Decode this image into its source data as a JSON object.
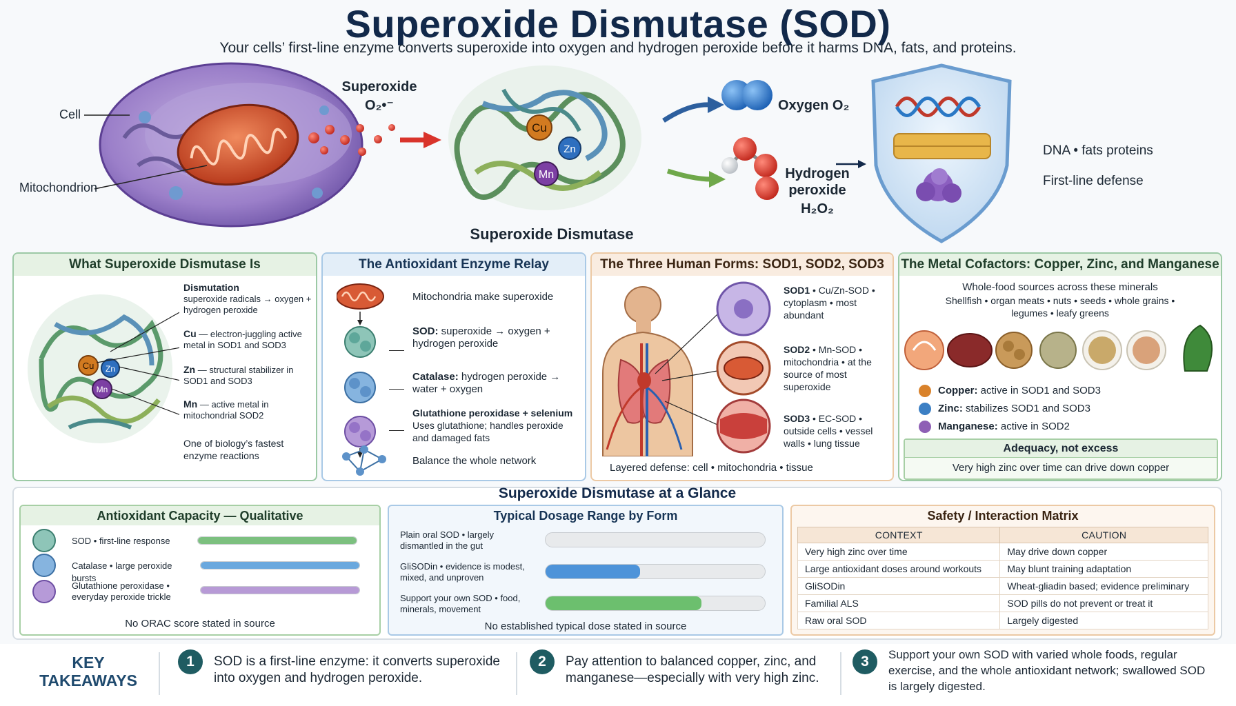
{
  "header": {
    "title": "Superoxide Dismutase (SOD)",
    "subtitle": "Your cells’ first-line enzyme converts superoxide into oxygen and hydrogen peroxide before it harms DNA, fats, and proteins."
  },
  "hero": {
    "cell_label": "Cell",
    "mito_label": "Mitochondrion",
    "superoxide_line1": "Superoxide",
    "superoxide_line2": "O₂•⁻",
    "enzyme_label": "Superoxide Dismutase",
    "metals": [
      "Cu",
      "Zn",
      "Mn"
    ],
    "oxygen_label": "Oxygen O₂",
    "h2o2_line1": "Hydrogen",
    "h2o2_line2": "peroxide",
    "h2o2_line3": "H₂O₂",
    "shield_line1": "DNA • fats proteins",
    "shield_line2": "First-line defense"
  },
  "panel1": {
    "title": "What Superoxide Dismutase Is",
    "items": [
      {
        "head": "Dismutation",
        "text": "superoxide radicals → oxygen + hydrogen peroxide"
      },
      {
        "head": "Cu",
        "text": " — electron-juggling active metal in SOD1 and SOD3"
      },
      {
        "head": "Zn",
        "text": " — structural stabilizer in SOD1 and SOD3"
      },
      {
        "head": "Mn",
        "text": " — active metal in mitochondrial SOD2"
      }
    ],
    "footer": "One of biology’s fastest enzyme reactions"
  },
  "panel2": {
    "title": "The Antioxidant Enzyme Relay",
    "step1": "Mitochondria make superoxide",
    "step2_head": "SOD:",
    "step2_text": " superoxide → oxygen + hydrogen peroxide",
    "step3_head": "Catalase:",
    "step3_text": " hydrogen peroxide → water + oxygen",
    "step4_head": "Glutathione peroxidase + selenium",
    "step4_text": "Uses glutathione; handles peroxide and damaged fats",
    "step5": "Balance the whole network"
  },
  "panel3": {
    "title": "The Three Human Forms: SOD1, SOD2, SOD3",
    "forms": [
      {
        "head": "SOD1",
        "text": " • Cu/Zn-SOD • cytoplasm • most abundant"
      },
      {
        "head": "SOD2",
        "text": " • Mn-SOD • mitochondria • at the source of most superoxide"
      },
      {
        "head": "SOD3",
        "text": " • EC-SOD • outside cells • vessel walls • lung tissue"
      }
    ],
    "footer": "Layered defense: cell • mitochondria • tissue"
  },
  "panel4": {
    "title": "The Metal Cofactors: Copper, Zinc, and Manganese",
    "intro_line1": "Whole-food sources across these minerals",
    "intro_line2": "Shellfish • organ meats • nuts • seeds • whole grains •",
    "intro_line3": "legumes • leafy greens",
    "metals": [
      {
        "head": "Copper:",
        "text": " active in SOD1 and SOD3",
        "color": "#d9822b"
      },
      {
        "head": "Zinc:",
        "text": " stabilizes SOD1 and SOD3",
        "color": "#3b7fc4"
      },
      {
        "head": "Manganese:",
        "text": " active in SOD2",
        "color": "#8e5fb5"
      }
    ],
    "adequacy_head": "Adequacy, not excess",
    "adequacy_text": "Very high zinc over time can drive down copper"
  },
  "glance": {
    "title": "Superoxide Dismutase at a Glance",
    "capacity": {
      "title": "Antioxidant Capacity — Qualitative",
      "rows": [
        {
          "label": "SOD • first-line response",
          "level": 1.0,
          "color": "#7cc07f"
        },
        {
          "label": "Catalase • large peroxide bursts",
          "level": 1.0,
          "color": "#6aa8de"
        },
        {
          "label": "Glutathione peroxidase • everyday peroxide trickle",
          "level": 1.0,
          "color": "#b79ad6"
        }
      ],
      "footer": "No ORAC score stated in source"
    },
    "dosage": {
      "title": "Typical Dosage Range by Form",
      "rows": [
        {
          "label": "Plain oral SOD • largely dismantled in the gut",
          "level": 0.0,
          "color": "#9aa0a6"
        },
        {
          "label": "GliSODin • evidence is modest, mixed, and unproven",
          "level": 0.43,
          "color": "#4d93d9"
        },
        {
          "label": "Support your own SOD • food, minerals, movement",
          "level": 0.71,
          "color": "#6cbf6e"
        }
      ],
      "footer": "No established typical dose stated in source"
    },
    "safety": {
      "title": "Safety / Interaction Matrix",
      "col1": "CONTEXT",
      "col2": "CAUTION",
      "rows": [
        [
          "Very high zinc over time",
          "May drive down copper"
        ],
        [
          "Large antioxidant doses around workouts",
          "May blunt training adaptation"
        ],
        [
          "GliSODin",
          "Wheat-gliadin based; evidence preliminary"
        ],
        [
          "Familial ALS",
          "SOD pills do not prevent or treat it"
        ],
        [
          "Raw oral SOD",
          "Largely digested"
        ]
      ]
    }
  },
  "takeaways": {
    "label_line1": "KEY",
    "label_line2": "TAKEAWAYS",
    "items": [
      {
        "num": "1",
        "text": "SOD is a first-line enzyme: it converts superoxide into oxygen and hydrogen peroxide."
      },
      {
        "num": "2",
        "text": "Pay attention to balanced copper, zinc, and manganese—especially with very high zinc."
      },
      {
        "num": "3",
        "text": "Support your own SOD with varied whole foods, regular exercise, and the whole antioxidant network; swallowed SOD is largely digested."
      }
    ]
  }
}
